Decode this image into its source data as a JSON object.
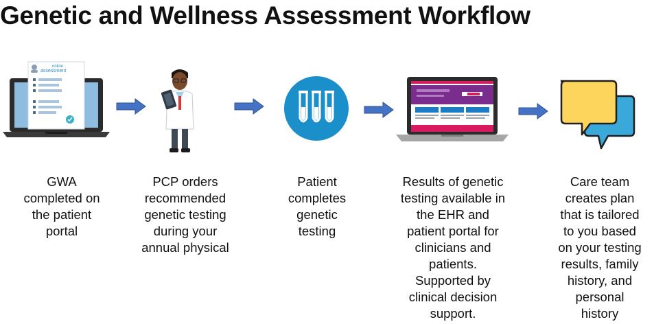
{
  "title": "Genetic and Wellness Assessment Workflow",
  "laptop_screen_text": {
    "line1": "online",
    "line2": "assessment"
  },
  "steps": [
    {
      "lines": [
        "GWA",
        "completed on",
        "the patient",
        "portal"
      ],
      "icon": "laptop-assessment-icon"
    },
    {
      "lines": [
        "PCP orders",
        "recommended",
        "genetic testing",
        "during your",
        "annual physical"
      ],
      "icon": "doctor-icon"
    },
    {
      "lines": [
        "Patient",
        "completes",
        "genetic",
        "testing"
      ],
      "icon": "test-tubes-icon"
    },
    {
      "lines": [
        "Results of genetic",
        "testing available in",
        "the EHR and",
        "patient portal for",
        "clinicians and",
        "patients.",
        "Supported by",
        "clinical decision",
        "support."
      ],
      "icon": "laptop-portal-icon"
    },
    {
      "lines": [
        "Care team",
        "creates plan",
        "that is tailored",
        "to you based",
        "on your testing",
        "results, family",
        "history, and",
        "personal",
        "history"
      ],
      "icon": "chat-bubbles-icon"
    }
  ],
  "colors": {
    "arrow": "#4472c4",
    "arrow_outline": "#2f528f",
    "tube_circle": "#1a8fc9",
    "portal_purple": "#7b2d8e",
    "portal_blue": "#1d7bc4",
    "portal_pink": "#d81b60",
    "bubble_yellow": "#fdd55c",
    "bubble_blue": "#3aa8d8"
  }
}
